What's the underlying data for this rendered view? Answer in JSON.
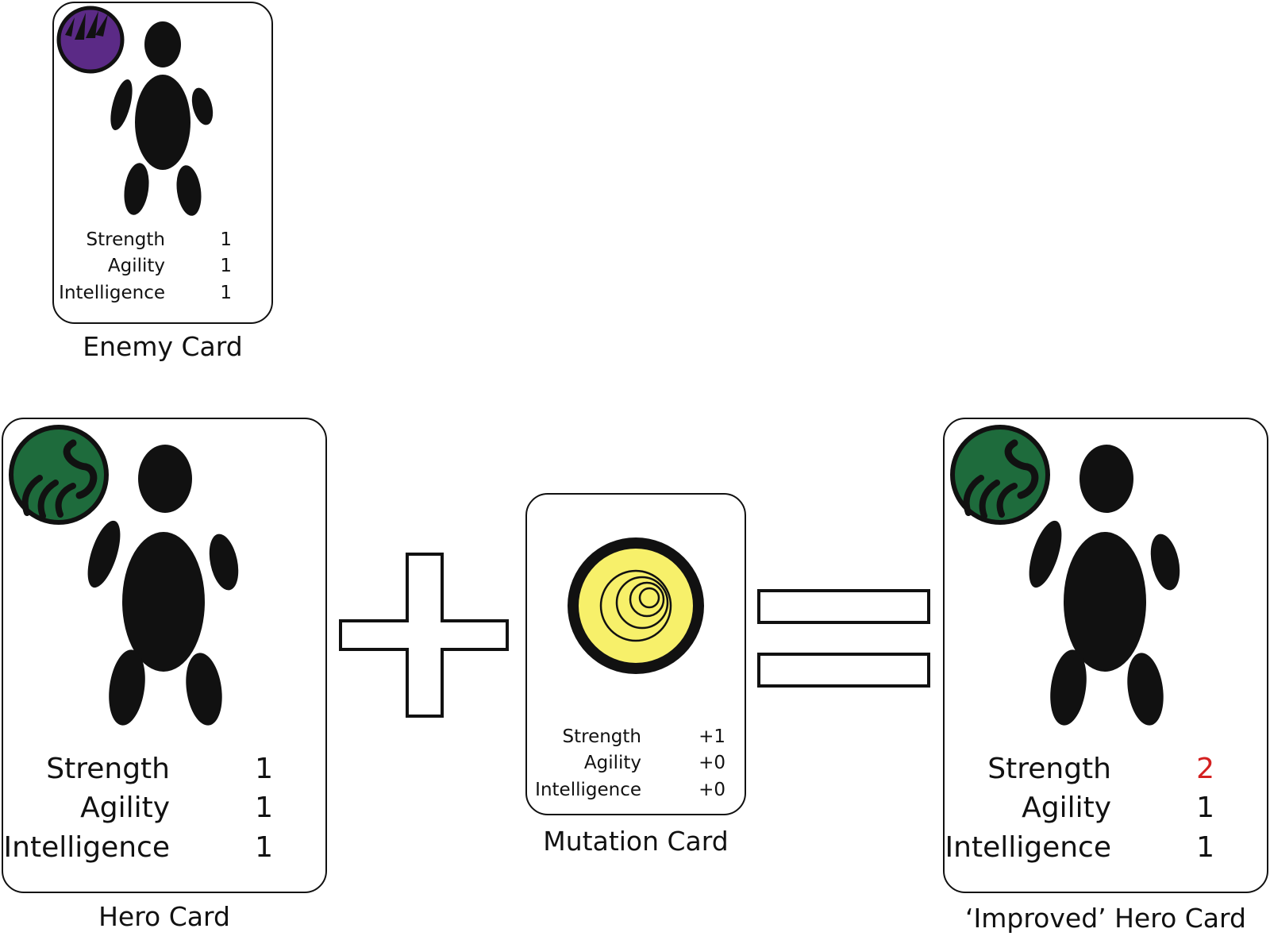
{
  "colors": {
    "enemy_emblem": "#5b2a86",
    "hero_emblem": "#1e6b3c",
    "mutation_core": "#f7f06a",
    "improved_value": "#d42020",
    "ink": "#111111"
  },
  "enemy_card": {
    "caption": "Enemy Card",
    "emblem_icon": "claw-emblem-icon",
    "stats": [
      {
        "label": "Strength",
        "value": "1"
      },
      {
        "label": "Agility",
        "value": "1"
      },
      {
        "label": "Intelligence",
        "value": "1"
      }
    ]
  },
  "hero_card": {
    "caption": "Hero Card",
    "emblem_icon": "wave-emblem-icon",
    "stats": [
      {
        "label": "Strength",
        "value": "1"
      },
      {
        "label": "Agility",
        "value": "1"
      },
      {
        "label": "Intelligence",
        "value": "1"
      }
    ]
  },
  "mutation_card": {
    "caption": "Mutation Card",
    "emblem_icon": "spiral-emblem-icon",
    "stats": [
      {
        "label": "Strength",
        "value": "+1"
      },
      {
        "label": "Agility",
        "value": "+0"
      },
      {
        "label": "Intelligence",
        "value": "+0"
      }
    ]
  },
  "improved_card": {
    "caption": "‘Improved’ Hero Card",
    "emblem_icon": "wave-emblem-icon",
    "stats": [
      {
        "label": "Strength",
        "value": "2"
      },
      {
        "label": "Agility",
        "value": "1"
      },
      {
        "label": "Intelligence",
        "value": "1"
      }
    ]
  },
  "operators": {
    "plus_icon": "plus-icon",
    "equals_icon": "equals-icon"
  }
}
